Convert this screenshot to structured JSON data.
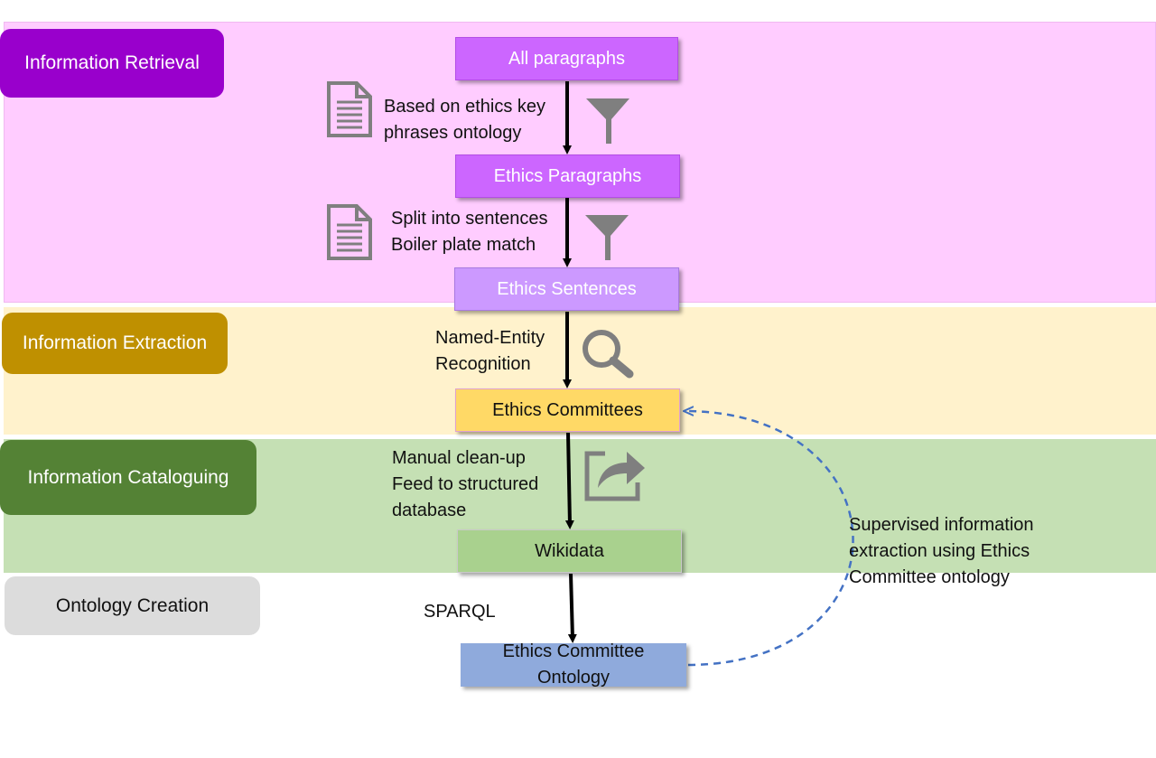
{
  "stages": [
    {
      "label": "Information Retrieval",
      "color": "#9900cc",
      "band": "#ffccff"
    },
    {
      "label": "Information Extraction",
      "color": "#bf9000",
      "band": "#fff2cc"
    },
    {
      "label": "Information Cataloguing",
      "color": "#548235",
      "band": "#c5e0b4"
    },
    {
      "label": "Ontology Creation",
      "color": "#d9d9d9"
    }
  ],
  "nodes": {
    "all_paragraphs": "All paragraphs",
    "ethics_paragraphs": "Ethics Paragraphs",
    "ethics_sentences": "Ethics Sentences",
    "ethics_committees": "Ethics Committees",
    "wikidata": "Wikidata",
    "ontology": {
      "line1": "Ethics Committee",
      "line2": "Ontology"
    }
  },
  "steps": {
    "step1": {
      "line1": "Based on ethics key",
      "line2": "phrases ontology"
    },
    "step2": {
      "line1": "Split into sentences",
      "line2": "Boiler plate match"
    },
    "step3": {
      "line1": "Named-Entity",
      "line2": "Recognition"
    },
    "step4": {
      "line1": "Manual clean-up",
      "line2": "Feed to structured",
      "line3": "database"
    },
    "step5": "SPARQL"
  },
  "feedback": {
    "line1": "Supervised information",
    "line2": "extraction using Ethics",
    "line3": "Committee ontology"
  },
  "icons": [
    "document-icon",
    "filter-icon",
    "document-icon",
    "filter-icon",
    "magnifier-icon",
    "share-icon"
  ]
}
